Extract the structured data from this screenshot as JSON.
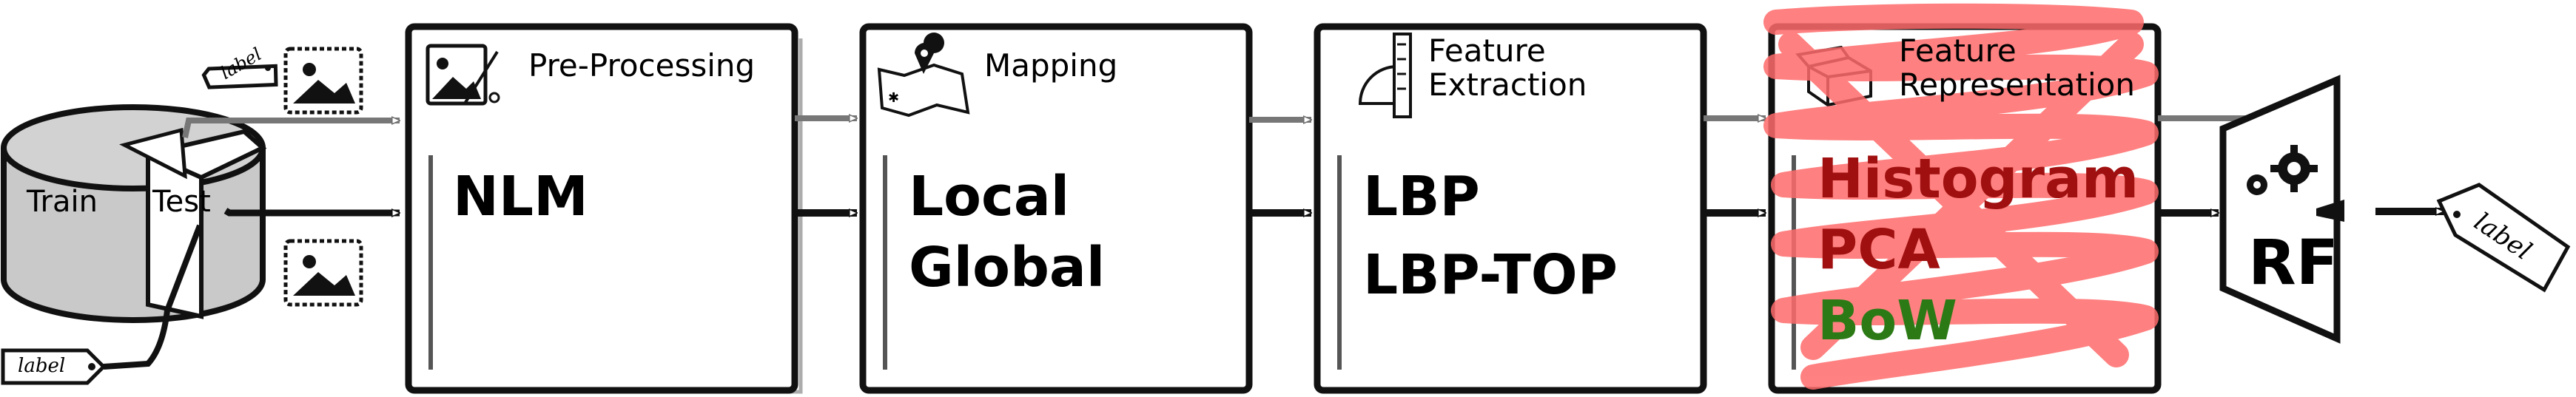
{
  "dataset": {
    "train_label": "Train",
    "test_label": "Test"
  },
  "tags": {
    "input_top": "label",
    "input_bottom": "label",
    "output": "label"
  },
  "stages": [
    {
      "title": "Pre-Processing",
      "methods": [
        "NLM"
      ]
    },
    {
      "title": "Mapping",
      "methods": [
        "Local",
        "Global"
      ]
    },
    {
      "title_line1": "Feature",
      "title_line2": "Extraction",
      "methods": [
        "LBP",
        "LBP-TOP"
      ]
    },
    {
      "title_line1": "Feature",
      "title_line2": "Representation",
      "methods": [
        "Histogram",
        "PCA",
        "BoW"
      ]
    }
  ],
  "classifier": {
    "label": "RF"
  },
  "colors": {
    "ink": "#111111",
    "gray_arrow": "#7a7a7a",
    "scribble": "#ff6b6b",
    "method_highlight": "#a01010",
    "method_bow": "#2c7a16"
  },
  "icons": {
    "preprocessing": "photo-edit-icon",
    "mapping": "map-pin-icon",
    "feature_extraction": "protractor-ruler-icon",
    "feature_representation": "open-box-icon",
    "classifier": "gears-icon",
    "image": "image-thumbnail-icon"
  }
}
